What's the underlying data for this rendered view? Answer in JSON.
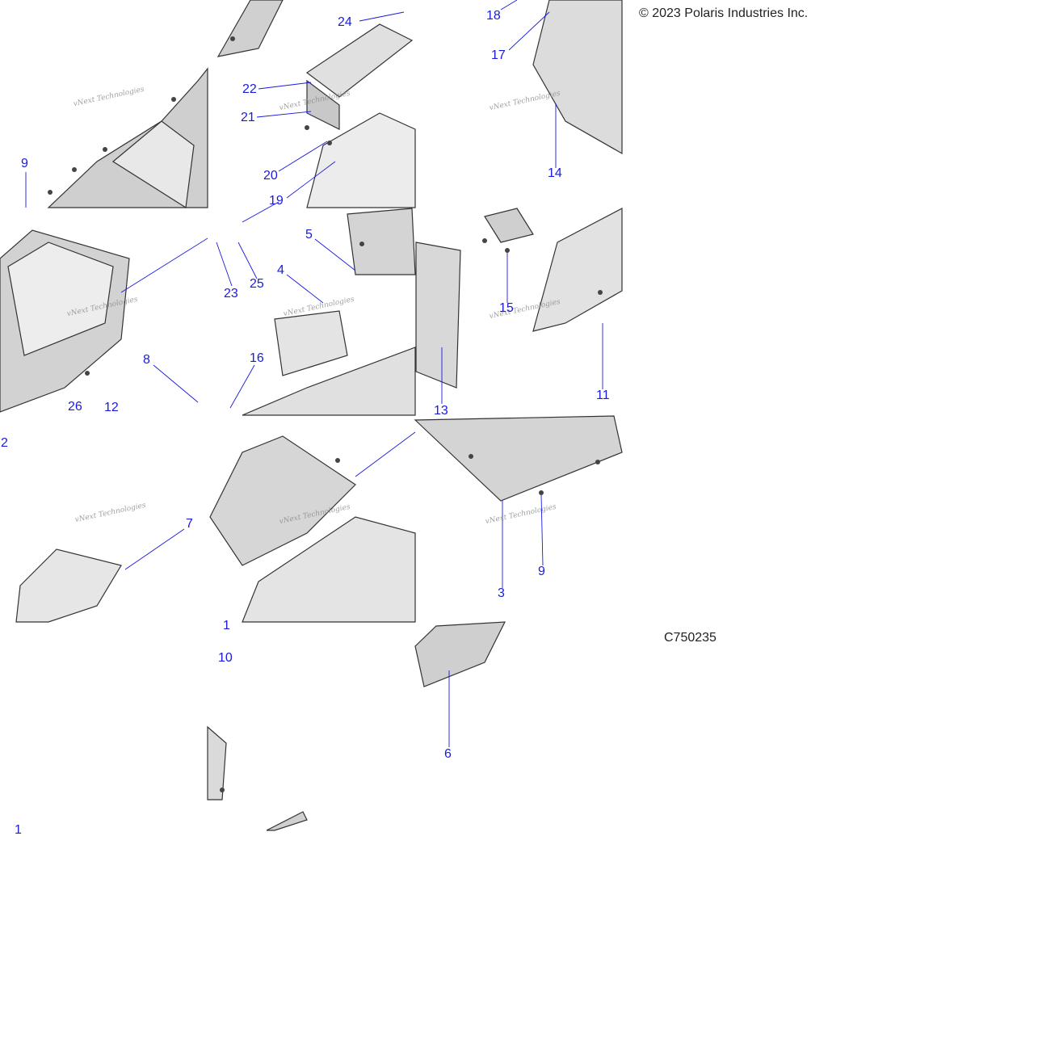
{
  "copyright": "© 2023 Polaris Industries Inc.",
  "figure_code": "C750235",
  "watermark_text": "vNext Technologies",
  "colors": {
    "callout": "#1a1adf",
    "line": "#1a1adf",
    "part_fill": "#d6d6d6",
    "part_stroke": "#333333"
  },
  "callouts": [
    {
      "label": "24"
    },
    {
      "label": "18"
    },
    {
      "label": "17"
    },
    {
      "label": "22"
    },
    {
      "label": "21"
    },
    {
      "label": "20"
    },
    {
      "label": "19"
    },
    {
      "label": "14"
    },
    {
      "label": "9"
    },
    {
      "label": "5"
    },
    {
      "label": "4"
    },
    {
      "label": "23"
    },
    {
      "label": "25"
    },
    {
      "label": "15"
    },
    {
      "label": "8"
    },
    {
      "label": "16"
    },
    {
      "label": "26"
    },
    {
      "label": "12"
    },
    {
      "label": "13"
    },
    {
      "label": "11"
    },
    {
      "label": "2"
    },
    {
      "label": "7"
    },
    {
      "label": "9"
    },
    {
      "label": "3"
    },
    {
      "label": "1"
    },
    {
      "label": "10"
    },
    {
      "label": "6"
    },
    {
      "label": "1"
    }
  ]
}
